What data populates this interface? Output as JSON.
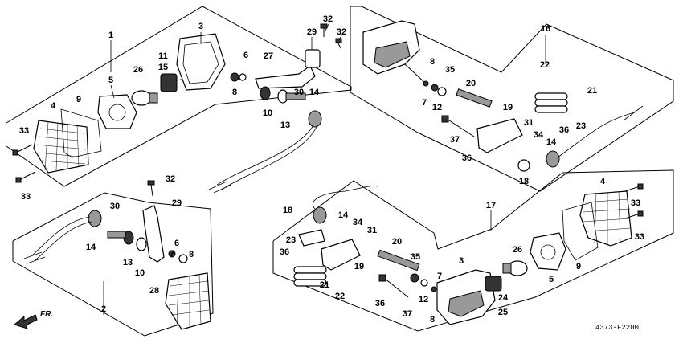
{
  "diagram": {
    "drawing_code": "4373-F2200",
    "direction_label": "FR.",
    "callouts": {
      "c1": "1",
      "c2": "2",
      "c3a": "3",
      "c3b": "3",
      "c4a": "4",
      "c4b": "4",
      "c5a": "5",
      "c5b": "5",
      "c6a": "6",
      "c6b": "6",
      "c7a": "7",
      "c7b": "7",
      "c8a": "8",
      "c8b": "8",
      "c8c": "8",
      "c8d": "8",
      "c9a": "9",
      "c9b": "9",
      "c10a": "10",
      "c10b": "10",
      "c11": "11",
      "c12a": "12",
      "c12b": "12",
      "c13a": "13",
      "c13b": "13",
      "c14a": "14",
      "c14b": "14",
      "c14c": "14",
      "c14d": "14",
      "c15": "15",
      "c16": "16",
      "c17": "17",
      "c18a": "18",
      "c18b": "18",
      "c19a": "19",
      "c19b": "19",
      "c20a": "20",
      "c20b": "20",
      "c21a": "21",
      "c21b": "21",
      "c22a": "22",
      "c22b": "22",
      "c23a": "23",
      "c23b": "23",
      "c24": "24",
      "c25": "25",
      "c26a": "26",
      "c26b": "26",
      "c27": "27",
      "c28": "28",
      "c29a": "29",
      "c29b": "29",
      "c30a": "30",
      "c30b": "30",
      "c31a": "31",
      "c31b": "31",
      "c32a": "32",
      "c32b": "32",
      "c32c": "32",
      "c33a": "33",
      "c33b": "33",
      "c33c": "33",
      "c33d": "33",
      "c34a": "34",
      "c34b": "34",
      "c35a": "35",
      "c35b": "35",
      "c36a": "36",
      "c36b": "36",
      "c36c": "36",
      "c36d": "36",
      "c37a": "37",
      "c37b": "37"
    }
  }
}
